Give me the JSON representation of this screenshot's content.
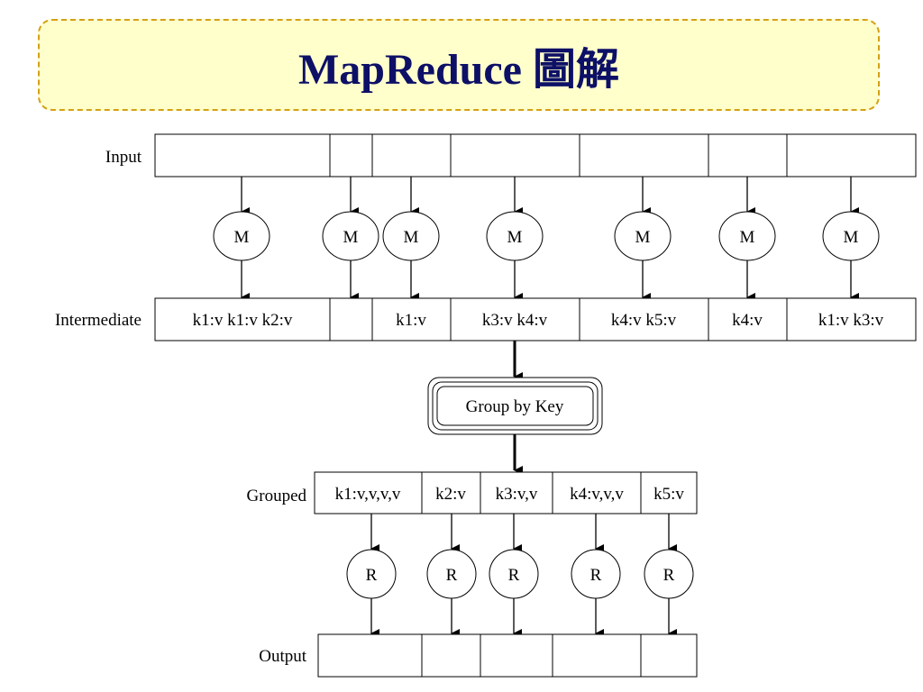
{
  "title": "MapReduce 圖解",
  "rows": {
    "input": "Input",
    "intermediate": "Intermediate",
    "grouped": "Grouped",
    "output": "Output"
  },
  "intermediate_cells": [
    "k1:v k1:v k2:v",
    "",
    "k1:v",
    "k3:v k4:v",
    "k4:v k5:v",
    "k4:v",
    "k1:v k3:v"
  ],
  "map_label": "M",
  "group_label": "Group by Key",
  "grouped_cells": [
    "k1:v,v,v,v",
    "k2:v",
    "k3:v,v",
    "k4:v,v,v",
    "k5:v"
  ],
  "reduce_label": "R"
}
